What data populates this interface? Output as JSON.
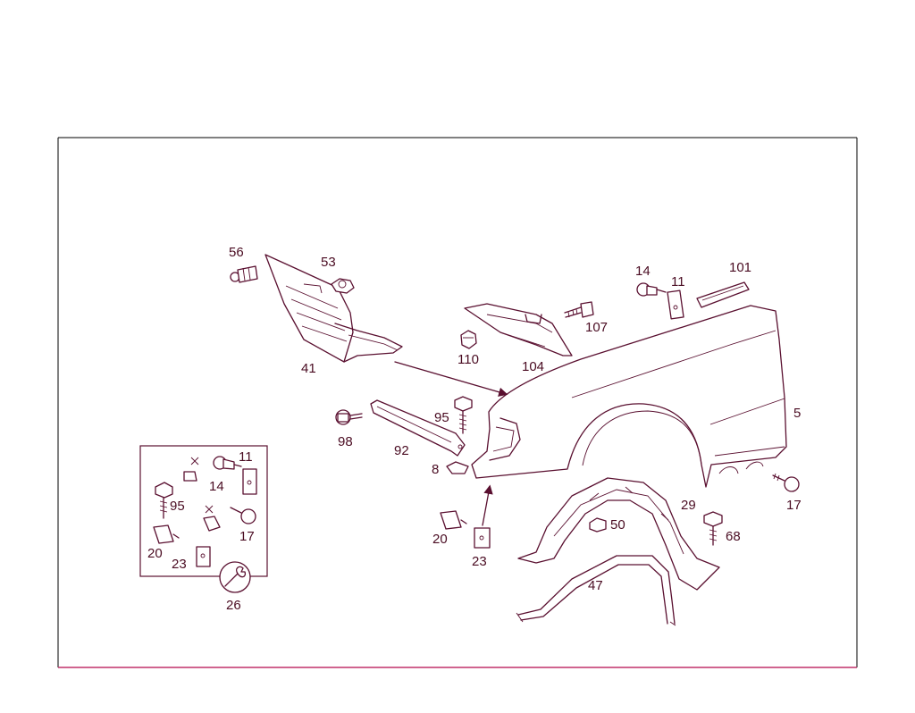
{
  "colors": {
    "line": "#5a1030",
    "text": "#4a0c22",
    "frame": "#000000",
    "frame_bottom": "#c0306a",
    "background": "#ffffff"
  },
  "callouts": {
    "c56": "56",
    "c53": "53",
    "c41": "41",
    "c110": "110",
    "c104": "104",
    "c107": "107",
    "c14a": "14",
    "c11a": "11",
    "c101": "101",
    "c5": "5",
    "c98": "98",
    "c95a": "95",
    "c92": "92",
    "c8": "8",
    "c20a": "20",
    "c23a": "23",
    "c29": "29",
    "c50": "50",
    "c68": "68",
    "c17a": "17",
    "c47": "47",
    "c11b": "11",
    "c14b": "14",
    "c95b": "95",
    "c17b": "17",
    "c20b": "20",
    "c23b": "23",
    "c26": "26"
  }
}
